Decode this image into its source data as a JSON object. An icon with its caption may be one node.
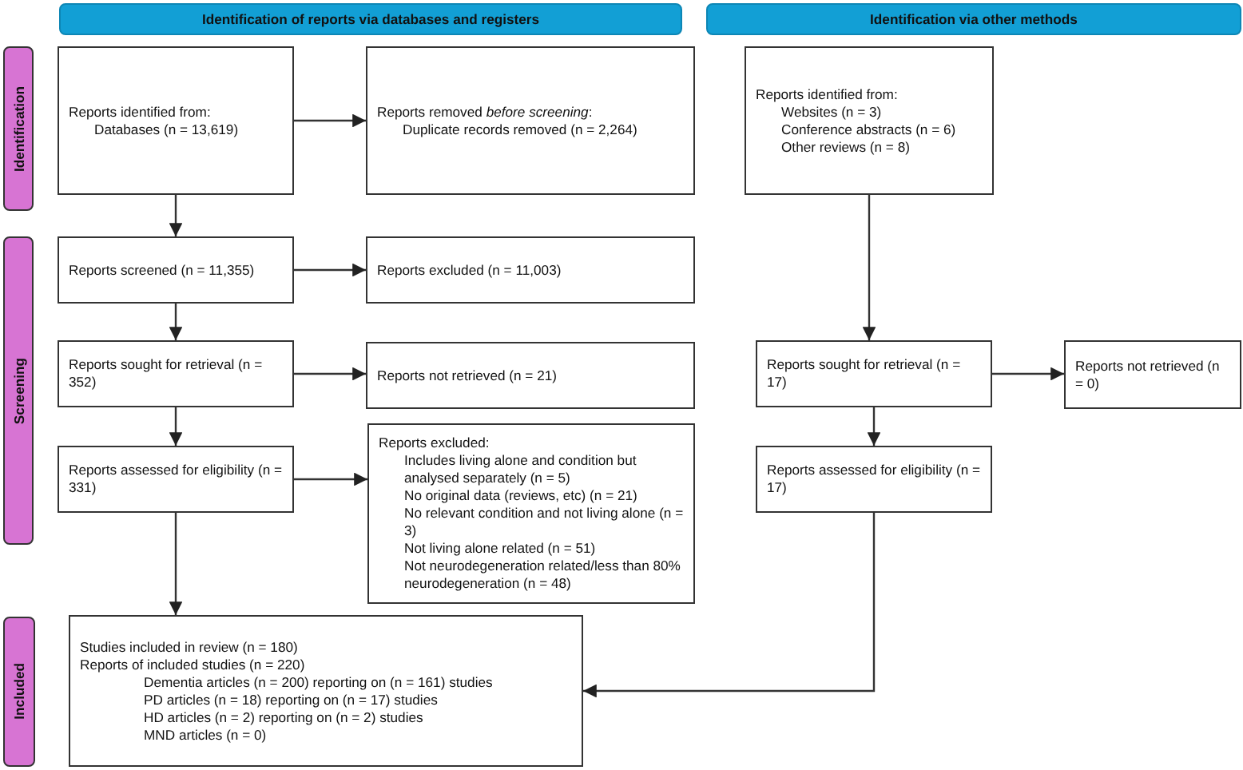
{
  "diagram": {
    "nodes": [
      {
        "text": [
          "Identification of reports via databases and registers"
        ]
      },
      {
        "text": [
          "Identification via other methods"
        ]
      },
      {
        "text": [
          "Identification"
        ]
      },
      {
        "text": [
          "Screening"
        ]
      },
      {
        "text": [
          "Included"
        ]
      },
      {
        "text": [
          "Reports identified from:",
          "Databases (n = 13,619)"
        ]
      },
      {
        "text": [
          "Reports removed *before screening*:",
          "Duplicate records removed (n = 2,264)"
        ]
      },
      {
        "text": [
          "Reports screened (n = 11,355)"
        ]
      },
      {
        "text": [
          "Reports excluded (n = 11,003)"
        ]
      },
      {
        "text": [
          "Reports sought for retrieval (n = 352)"
        ]
      },
      {
        "text": [
          "Reports not retrieved (n = 21)"
        ]
      },
      {
        "text": [
          "Reports assessed for eligibility (n = 331)"
        ]
      },
      {
        "text": [
          "Reports excluded:",
          "Includes living alone and condition but analysed separately (n = 5)",
          "No original data (reviews, etc) (n = 21)",
          "No relevant condition and not living alone (n = 3)",
          "Not living alone related (n = 51)",
          "Not neurodegeneration related/less than 80% neurodegeneration (n = 48)"
        ]
      },
      {
        "text": [
          "Studies included in review (n = 180)",
          "Reports of included studies (n = 220)",
          "Dementia articles (n = 200) reporting on (n = 161) studies",
          "PD articles (n = 18) reporting on (n = 17) studies",
          "HD articles (n = 2) reporting on (n = 2) studies",
          "MND articles (n = 0)"
        ]
      },
      {
        "text": [
          "Reports identified from:",
          "Websites (n = 3)",
          "Conference abstracts (n = 6)",
          "Other reviews (n = 8)"
        ]
      },
      {
        "text": [
          "Reports sought for retrieval (n = 17)"
        ]
      },
      {
        "text": [
          "Reports not retrieved (n = 0)"
        ]
      },
      {
        "text": [
          "Reports assessed for eligibility (n = 17)"
        ]
      }
    ],
    "edges": [
      {
        "from": 5,
        "to": 6,
        "arrow": "to"
      },
      {
        "from": 5,
        "to": 7,
        "arrow": "to"
      },
      {
        "from": 7,
        "to": 8,
        "arrow": "to"
      },
      {
        "from": 7,
        "to": 9,
        "arrow": "to"
      },
      {
        "from": 9,
        "to": 10,
        "arrow": "to"
      },
      {
        "from": 9,
        "to": 11,
        "arrow": "to"
      },
      {
        "from": 11,
        "to": 12,
        "arrow": "to"
      },
      {
        "from": 11,
        "to": 13,
        "arrow": "to"
      },
      {
        "from": 14,
        "to": 15,
        "arrow": "to"
      },
      {
        "from": 15,
        "to": 16,
        "arrow": "to"
      },
      {
        "from": 15,
        "to": 17,
        "arrow": "to"
      },
      {
        "from": 17,
        "to": 13,
        "arrow": "to"
      }
    ]
  }
}
